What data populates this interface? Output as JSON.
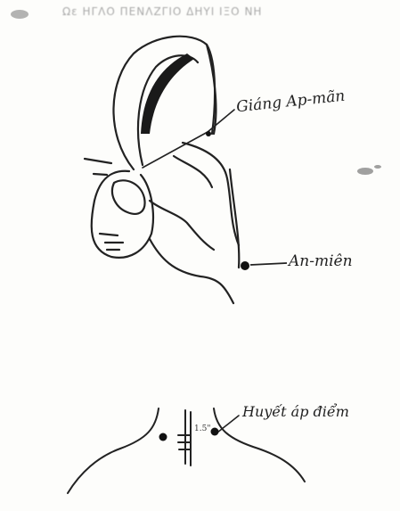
{
  "labels": {
    "giang_ap_man": "Giáng Ap-mãn",
    "an_mien": "An-miên",
    "huyet_ap_diem": "Huyết áp điểm",
    "measure": "1.5\""
  },
  "faded_header_text": "Ωε ΗΓΛΟ  ΠΕΝΛΖΓΙΟ  ΔΗΥΙ  ΙΞΟ ΝΗ",
  "colors": {
    "ink": "#222222",
    "paper": "#fdfdfb",
    "dot": "#111111"
  }
}
